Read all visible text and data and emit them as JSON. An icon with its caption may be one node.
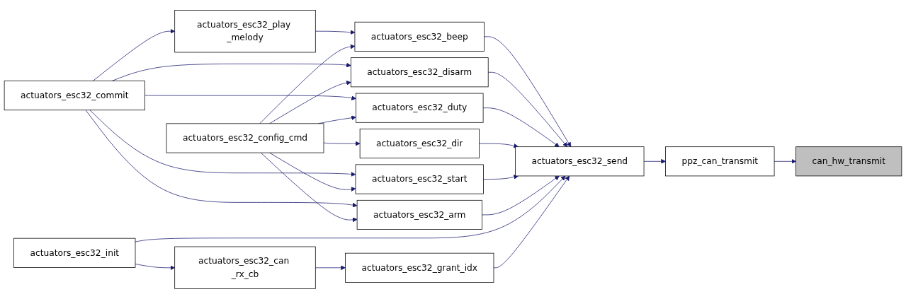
{
  "diagram": {
    "nodes": [
      {
        "text": [
          "actuators_esc32_play _melody"
        ]
      },
      {
        "text": [
          "actuators_esc32_commit"
        ]
      },
      {
        "text": [
          "actuators_esc32_config_cmd"
        ]
      },
      {
        "text": [
          "actuators_esc32_init"
        ]
      },
      {
        "text": [
          "actuators_esc32_can _rx_cb"
        ]
      },
      {
        "text": [
          "actuators_esc32_beep"
        ]
      },
      {
        "text": [
          "actuators_esc32_disarm"
        ]
      },
      {
        "text": [
          "actuators_esc32_duty"
        ]
      },
      {
        "text": [
          "actuators_esc32_dir"
        ]
      },
      {
        "text": [
          "actuators_esc32_start"
        ]
      },
      {
        "text": [
          "actuators_esc32_arm"
        ]
      },
      {
        "text": [
          "actuators_esc32_grant_idx"
        ]
      },
      {
        "text": [
          "actuators_esc32_send"
        ]
      },
      {
        "text": [
          "ppz_can_transmit"
        ]
      },
      {
        "text": [
          "can_hw_transmit"
        ]
      }
    ],
    "edges": [
      {
        "from": 13,
        "to": 14,
        "arrow": "to"
      },
      {
        "from": 12,
        "to": 13,
        "arrow": "to"
      },
      {
        "from": 5,
        "to": 12,
        "arrow": "to"
      },
      {
        "from": 6,
        "to": 12,
        "arrow": "to"
      },
      {
        "from": 7,
        "to": 12,
        "arrow": "to"
      },
      {
        "from": 8,
        "to": 12,
        "arrow": "to"
      },
      {
        "from": 9,
        "to": 12,
        "arrow": "to"
      },
      {
        "from": 10,
        "to": 12,
        "arrow": "to"
      },
      {
        "from": 3,
        "to": 12,
        "arrow": "to"
      },
      {
        "from": 11,
        "to": 12,
        "arrow": "to"
      },
      {
        "from": 0,
        "to": 5,
        "arrow": "to"
      },
      {
        "from": 1,
        "to": 0,
        "arrow": "to"
      },
      {
        "from": 1,
        "to": 6,
        "arrow": "to"
      },
      {
        "from": 1,
        "to": 7,
        "arrow": "to"
      },
      {
        "from": 1,
        "to": 9,
        "arrow": "to"
      },
      {
        "from": 1,
        "to": 10,
        "arrow": "to"
      },
      {
        "from": 2,
        "to": 5,
        "arrow": "to"
      },
      {
        "from": 2,
        "to": 6,
        "arrow": "to"
      },
      {
        "from": 2,
        "to": 7,
        "arrow": "to"
      },
      {
        "from": 2,
        "to": 8,
        "arrow": "to"
      },
      {
        "from": 2,
        "to": 9,
        "arrow": "to"
      },
      {
        "from": 2,
        "to": 10,
        "arrow": "to"
      },
      {
        "from": 3,
        "to": 4,
        "arrow": "to"
      },
      {
        "from": 4,
        "to": 11,
        "arrow": "to"
      }
    ]
  }
}
